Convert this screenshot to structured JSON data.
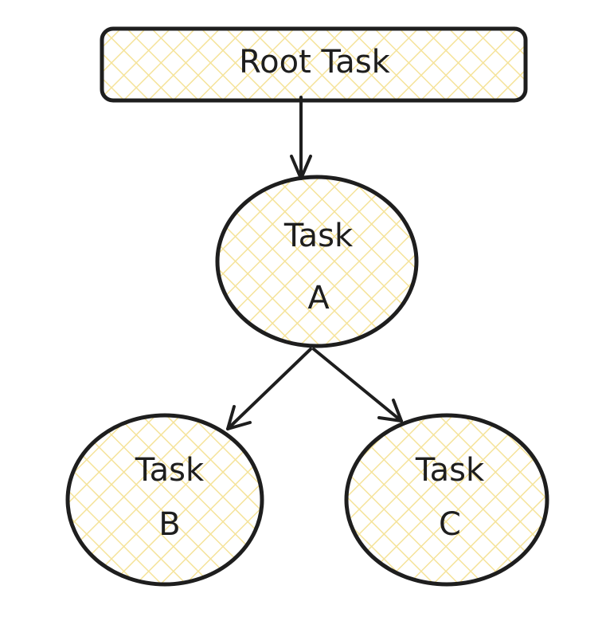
{
  "colors": {
    "stroke": "#1e1e1e",
    "fill_hatch": "#f5e39a",
    "background": "#ffffff"
  },
  "nodes": {
    "root": {
      "line1": "Root Task"
    },
    "a": {
      "line1": "Task",
      "line2": "A"
    },
    "b": {
      "line1": "Task",
      "line2": "B"
    },
    "c": {
      "line1": "Task",
      "line2": "C"
    }
  },
  "edges": [
    {
      "from": "Root Task",
      "to": "Task A"
    },
    {
      "from": "Task A",
      "to": "Task B"
    },
    {
      "from": "Task A",
      "to": "Task C"
    }
  ]
}
